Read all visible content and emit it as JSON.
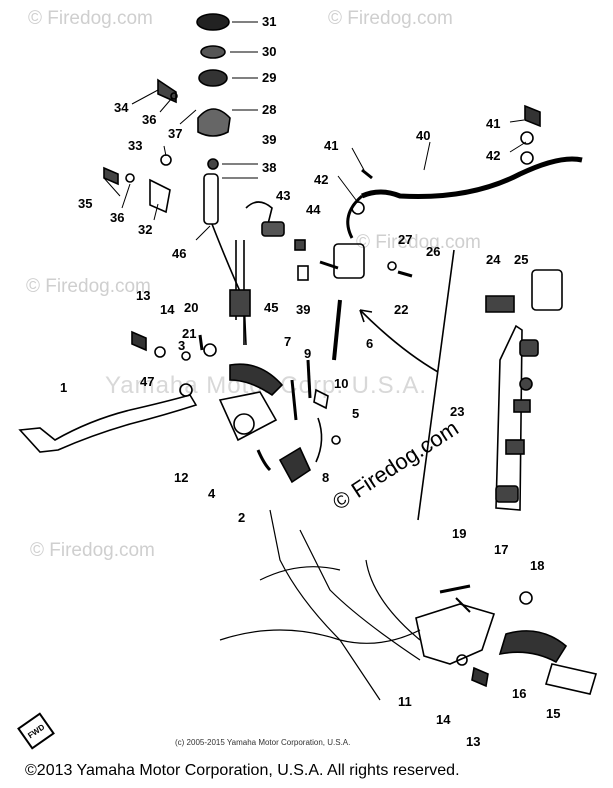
{
  "watermarks": {
    "site": "© Firedog.com",
    "center": "Yamaha Motor Corp. U.S.A.",
    "diagonal": "© Firedog.com"
  },
  "footer": {
    "small": "(c) 2005-2015 Yamaha Motor Corporation, U.S.A.",
    "copyright": "©2013 Yamaha Motor Corporation, U.S.A. All rights reserved."
  },
  "fwd_label": "FWD",
  "callouts": {
    "c31": "31",
    "c30": "30",
    "c29": "29",
    "c28": "28",
    "c34": "34",
    "c36a": "36",
    "c37": "37",
    "c33": "33",
    "c39a": "39",
    "c38": "38",
    "c35": "35",
    "c36b": "36",
    "c32": "32",
    "c41a": "41",
    "c40": "40",
    "c41b": "41",
    "c42a": "42",
    "c42b": "42",
    "c43": "43",
    "c44": "44",
    "c46": "46",
    "c27": "27",
    "c26": "26",
    "c39b": "39",
    "c22": "22",
    "c24": "24",
    "c25": "25",
    "c13a": "13",
    "c14a": "14",
    "c20": "20",
    "c45": "45",
    "c3": "3",
    "c21": "21",
    "c7": "7",
    "c9": "9",
    "c6": "6",
    "c47": "47",
    "c10": "10",
    "c1": "1",
    "c5": "5",
    "c23": "23",
    "c12": "12",
    "c8": "8",
    "c4": "4",
    "c2": "2",
    "c19": "19",
    "c17": "17",
    "c18": "18",
    "c11": "11",
    "c16": "16",
    "c14b": "14",
    "c13b": "13",
    "c15": "15"
  }
}
